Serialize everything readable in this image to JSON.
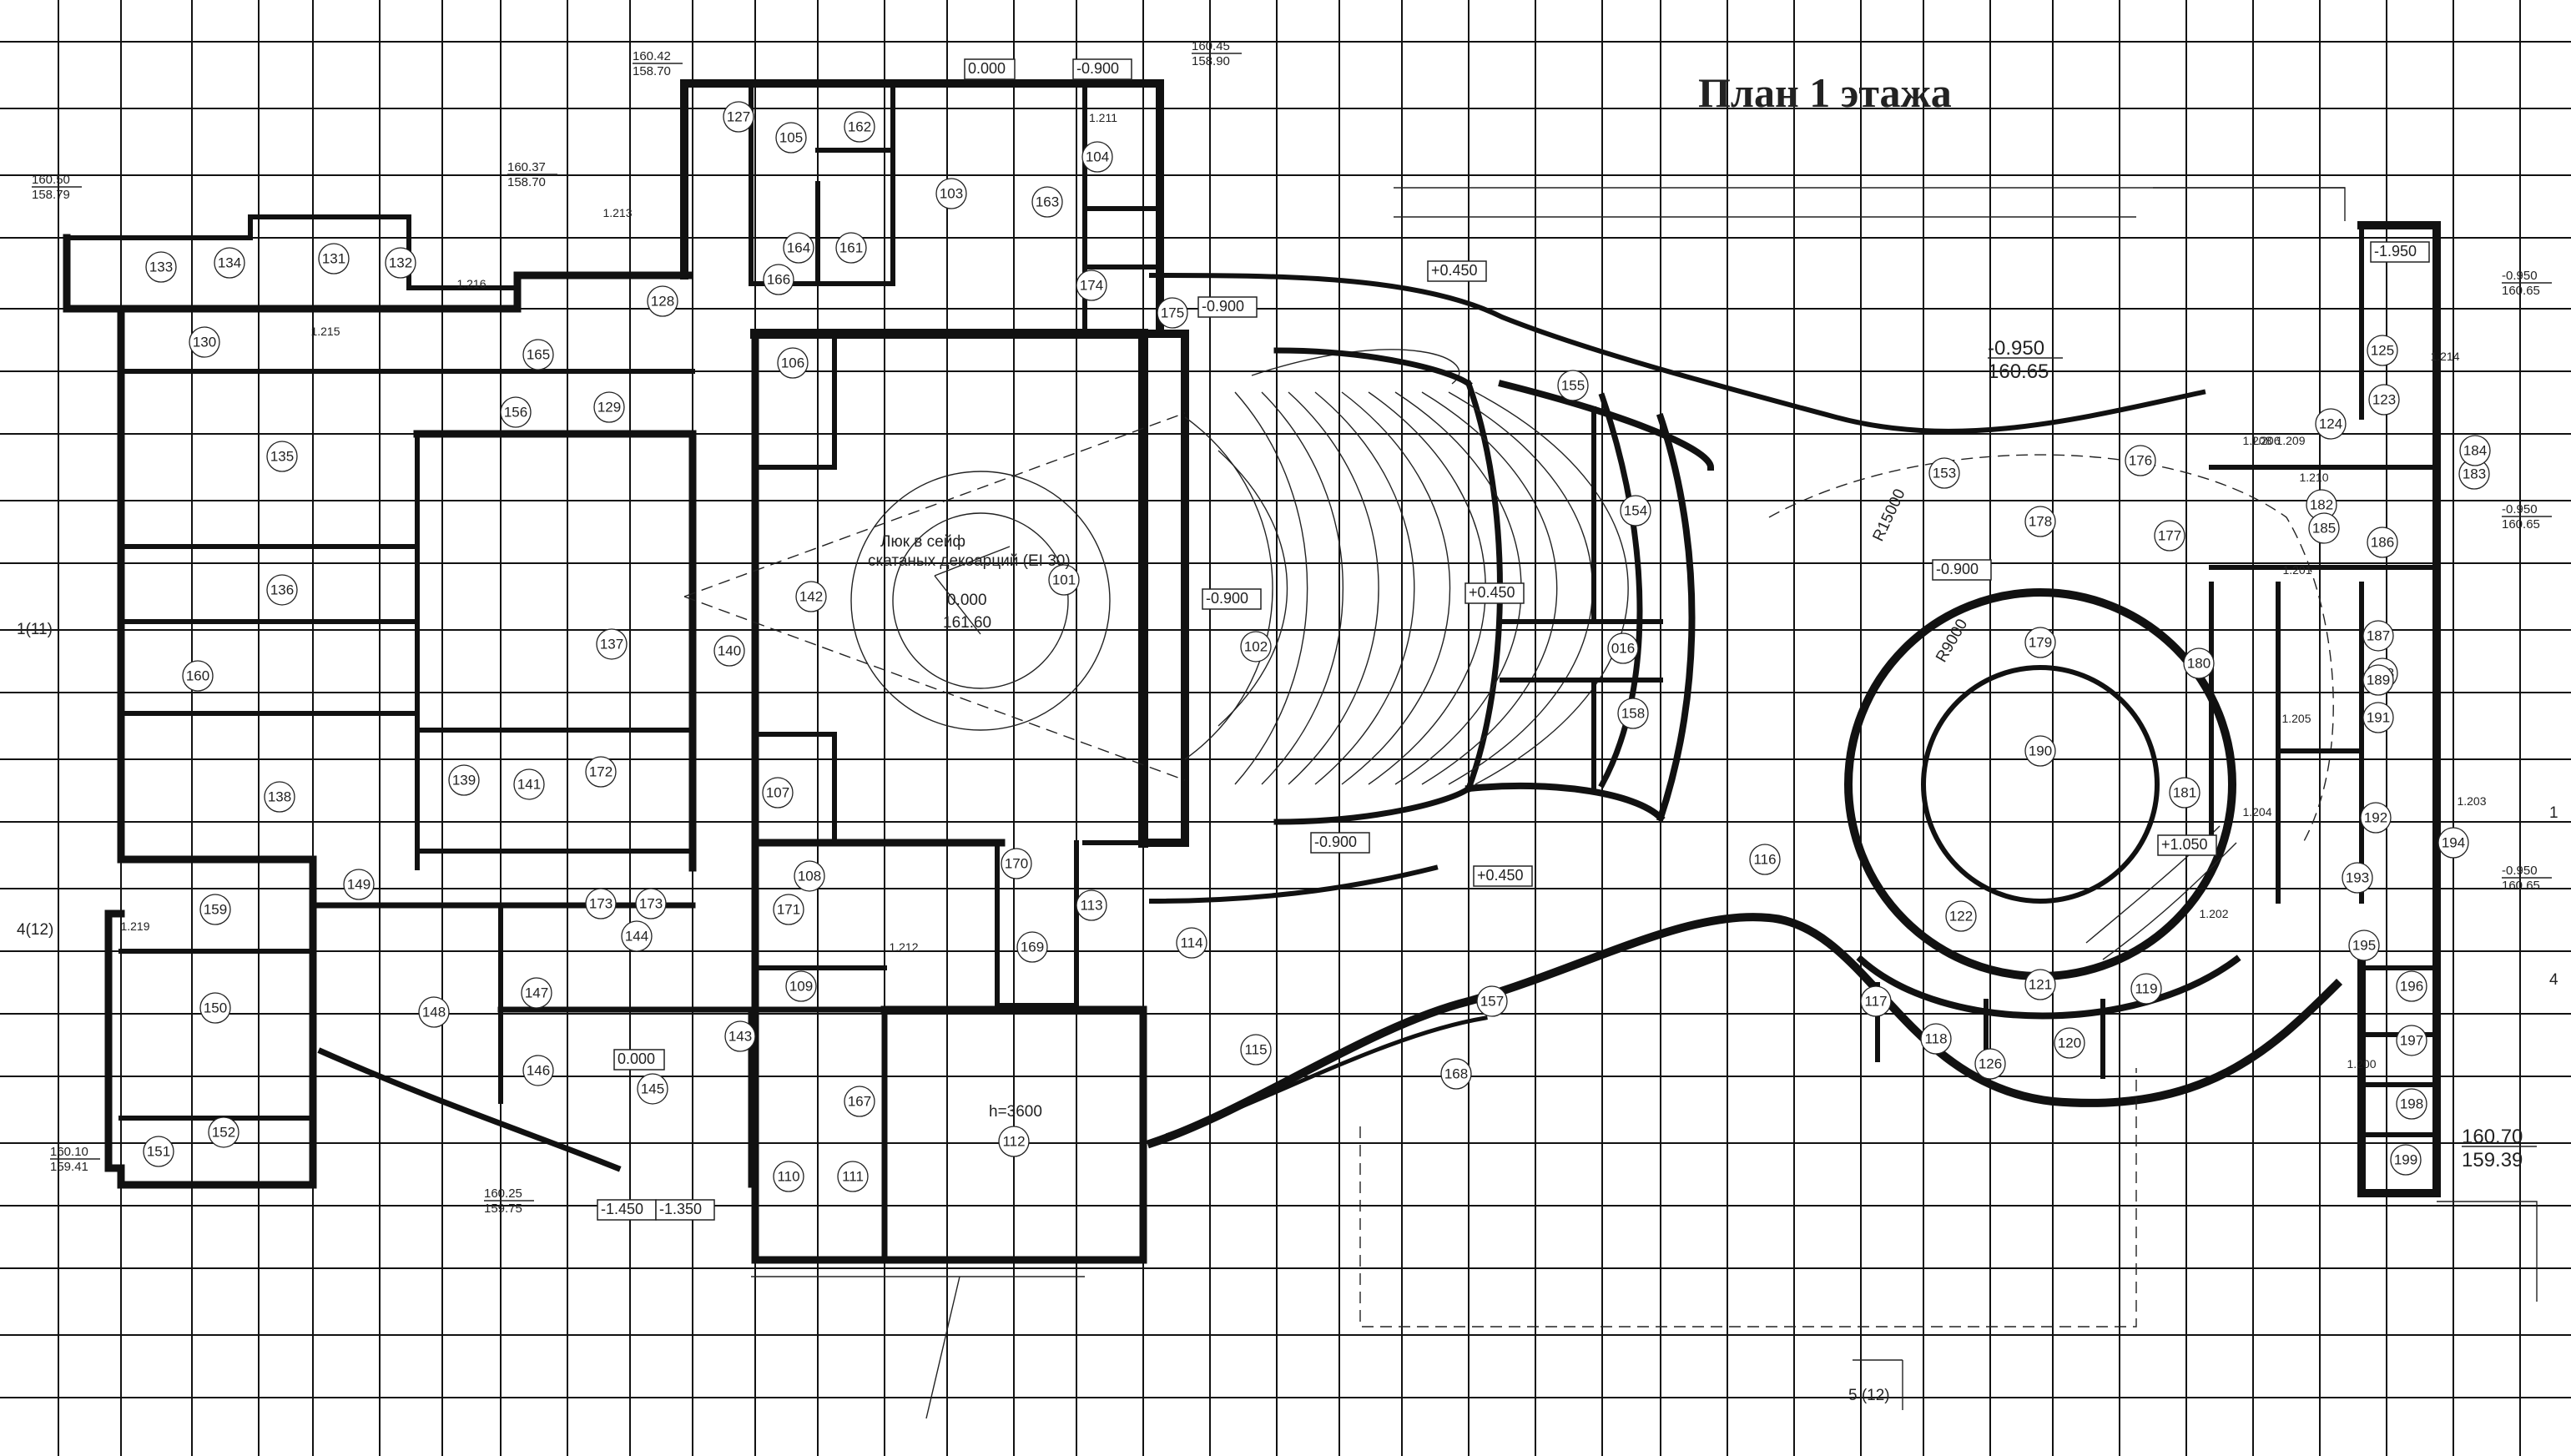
{
  "title": "План 1 этажа",
  "notes": {
    "hatch_label_line1": "Люк в сейф",
    "hatch_label_line2": "скатаных декоарций (EI 30)",
    "stage_level": "0.000",
    "stage_mark": "161.60",
    "height_note": "h=3600",
    "radius_big": "R15000",
    "radius_small": "R9000",
    "axis_left_1": "1(11)",
    "axis_left_4": "4(12)",
    "axis_right_1": "1",
    "axis_right_4": "4",
    "axis_bottom_5": "5 (12)"
  },
  "levels": [
    {
      "id": "lvl-top-0",
      "text": "0.000"
    },
    {
      "id": "lvl-top-neg",
      "text": "-0.900"
    },
    {
      "id": "lvl-foyer-a",
      "text": "-0.900"
    },
    {
      "id": "lvl-foyer-b",
      "text": "+0.450"
    },
    {
      "id": "lvl-hall",
      "text": "-0.900"
    },
    {
      "id": "lvl-hall-b",
      "text": "+0.450"
    },
    {
      "id": "lvl-lower-a",
      "text": "-0.900"
    },
    {
      "id": "lvl-lower-b",
      "text": "+0.450"
    },
    {
      "id": "lvl-cafe",
      "text": "-0.900"
    },
    {
      "id": "lvl-stair",
      "text": "+1.050"
    },
    {
      "id": "lvl-right-top",
      "text": "-1.950"
    },
    {
      "id": "lvl-145",
      "text": "0.000"
    },
    {
      "id": "lvl-bot-a",
      "text": "-1.450"
    },
    {
      "id": "lvl-bot-b",
      "text": "-1.350"
    }
  ],
  "marks": [
    {
      "id": "m1",
      "a": "160.50",
      "b": "158.79"
    },
    {
      "id": "m2",
      "a": "160.42",
      "b": "158.70"
    },
    {
      "id": "m3",
      "a": "160.37",
      "b": "158.70"
    },
    {
      "id": "m4",
      "a": "160.45",
      "b": "158.90"
    },
    {
      "id": "m5",
      "a": "-0.950",
      "b": "160.65"
    },
    {
      "id": "m6",
      "a": "-0.950",
      "b": "160.65"
    },
    {
      "id": "m7",
      "a": "-0.950",
      "b": "160.65"
    },
    {
      "id": "m8",
      "a": "-0.950",
      "b": "160.65"
    },
    {
      "id": "m9",
      "a": "160.10",
      "b": "159.41"
    },
    {
      "id": "m10",
      "a": "160.25",
      "b": "159.75"
    },
    {
      "id": "m11",
      "a": "160.70",
      "b": "159.39"
    }
  ],
  "rooms": [
    "101",
    "102",
    "103",
    "104",
    "105",
    "106",
    "107",
    "108",
    "109",
    "110",
    "111",
    "112",
    "113",
    "114",
    "115",
    "116",
    "117",
    "118",
    "119",
    "120",
    "121",
    "122",
    "123",
    "124",
    "125",
    "126",
    "127",
    "128",
    "129",
    "130",
    "131",
    "132",
    "133",
    "134",
    "135",
    "136",
    "137",
    "138",
    "139",
    "140",
    "141",
    "142",
    "143",
    "144",
    "145",
    "146",
    "147",
    "148",
    "149",
    "150",
    "151",
    "152",
    "153",
    "154",
    "155",
    "156",
    "157",
    "158",
    "159",
    "160",
    "161",
    "162",
    "163",
    "164",
    "165",
    "166",
    "167",
    "168",
    "169",
    "170",
    "171",
    "172",
    "173",
    "173",
    "174",
    "175",
    "176",
    "177",
    "178",
    "179",
    "180",
    "181",
    "182",
    "183",
    "184",
    "185",
    "186",
    "187",
    "188",
    "189",
    "190",
    "191",
    "192",
    "193",
    "194",
    "195",
    "196",
    "197",
    "198",
    "199",
    "016",
    "1.205",
    "1.201",
    "1.206",
    "1.204",
    "1.213",
    "1.215",
    "1.216",
    "1.211",
    "1.212",
    "1.202",
    "1.203",
    "1.210",
    "1.214",
    "1.219",
    "1.208",
    "1.209",
    "1.200"
  ]
}
